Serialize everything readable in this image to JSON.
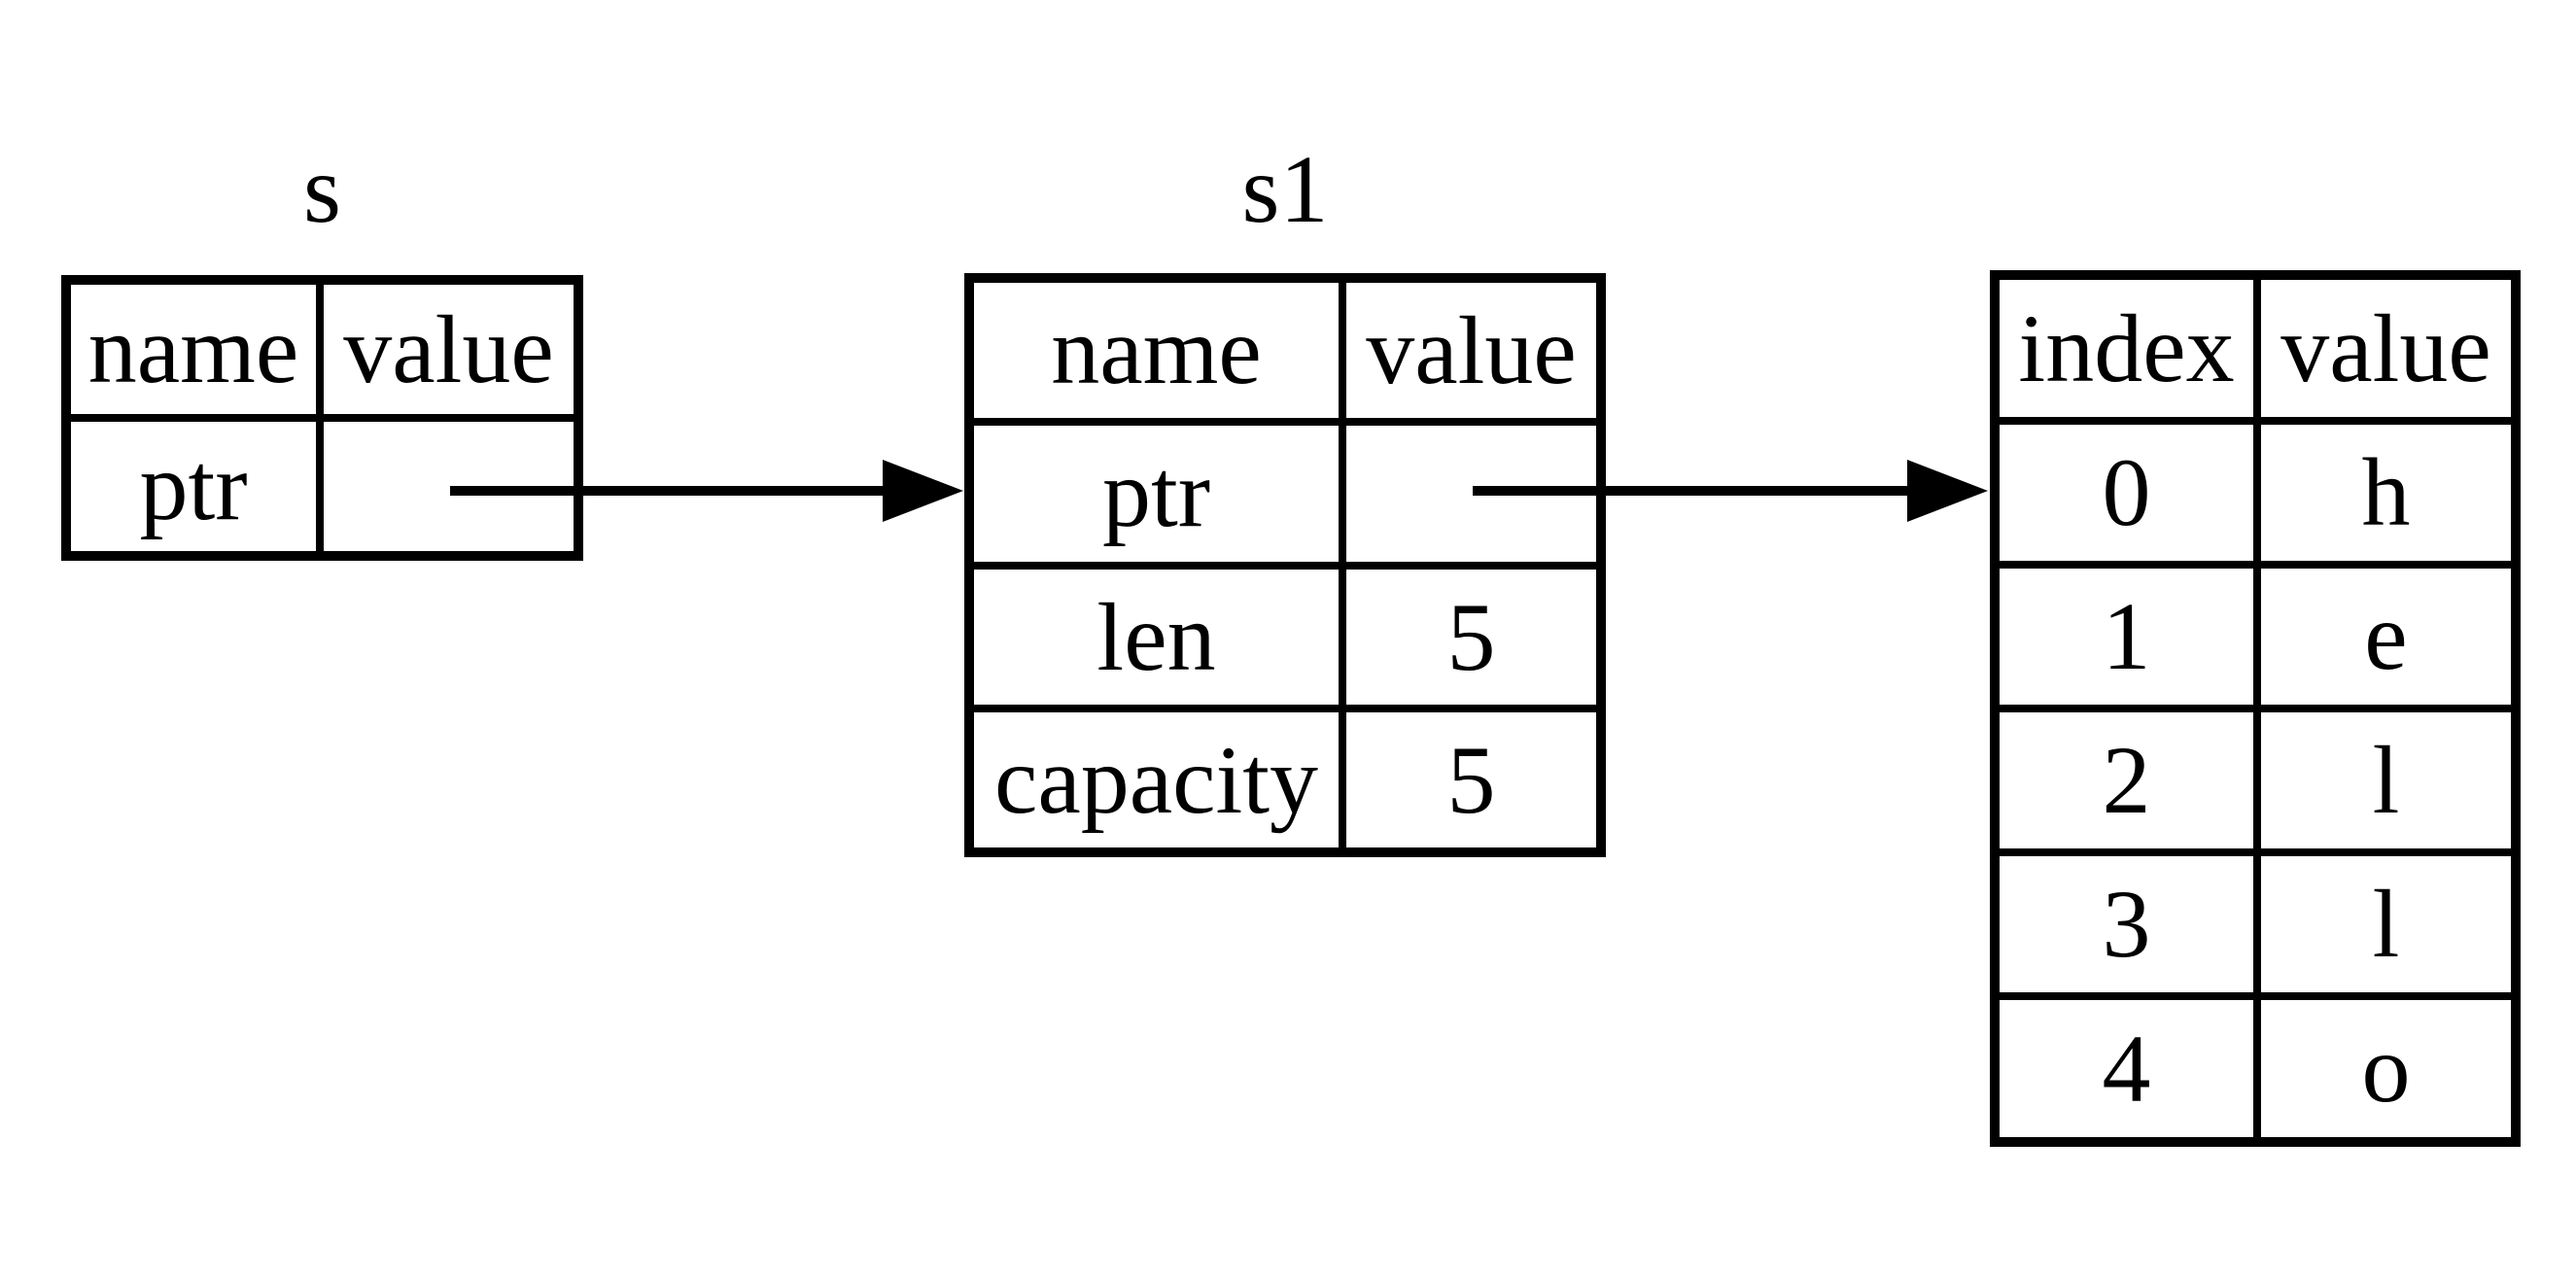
{
  "diagram": {
    "description": "Rust String memory layout: stack variable s references s1; s1 ptr references heap buffer containing hello",
    "background_color": "#ffffff",
    "line_color": "#000000",
    "tables": [
      {
        "id": "s",
        "title": "s",
        "headers": [
          "name",
          "value"
        ],
        "rows": [
          {
            "name": "ptr",
            "value": ""
          }
        ]
      },
      {
        "id": "s1",
        "title": "s1",
        "headers": [
          "name",
          "value"
        ],
        "rows": [
          {
            "name": "ptr",
            "value": ""
          },
          {
            "name": "len",
            "value": "5"
          },
          {
            "name": "capacity",
            "value": "5"
          }
        ]
      },
      {
        "id": "heap",
        "title": "",
        "headers": [
          "index",
          "value"
        ],
        "rows": [
          {
            "name": "0",
            "value": "h"
          },
          {
            "name": "1",
            "value": "e"
          },
          {
            "name": "2",
            "value": "l"
          },
          {
            "name": "3",
            "value": "l"
          },
          {
            "name": "4",
            "value": "o"
          }
        ]
      }
    ],
    "arrows": [
      {
        "name": "s-ptr-to-s1",
        "from": "s.ptr.value",
        "to": "s1.ptr row"
      },
      {
        "name": "s1-ptr-to-heap",
        "from": "s1.ptr.value",
        "to": "heap.index 0 row"
      }
    ]
  }
}
